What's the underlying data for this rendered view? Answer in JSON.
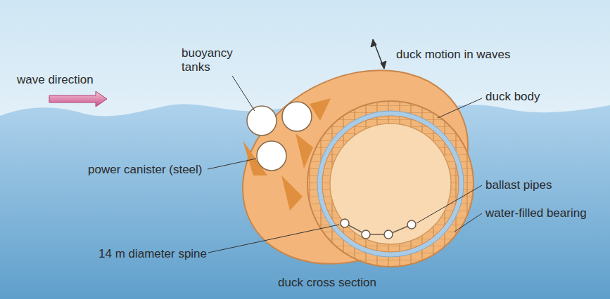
{
  "diagram": {
    "labels": [
      "wave direction",
      "buoyancy tanks",
      "duck motion in waves",
      "duck body",
      "power canister (steel)",
      "ballast pipes",
      "water-filled bearing",
      "14 m diameter spine",
      "duck cross section"
    ]
  }
}
